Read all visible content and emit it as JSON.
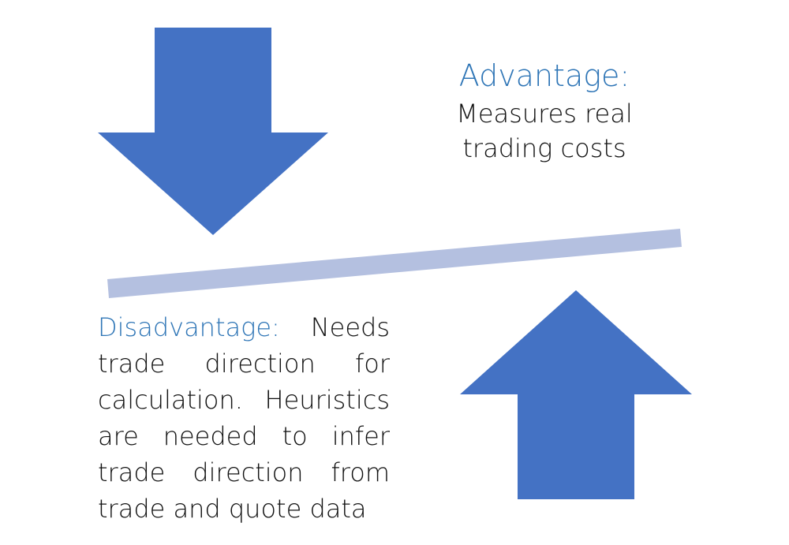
{
  "advantage": {
    "title": "Advantage:",
    "body_line1": "Measures real",
    "body_line2": "trading costs"
  },
  "disadvantage": {
    "title": "Disadvantage:",
    "body": "Needs trade direction for calculation. Heuristics are needed to infer trade direction from trade and quote data"
  },
  "colors": {
    "arrow": "#4472C4",
    "beam": "#B4C0E0",
    "accent_text": "#2E75B6",
    "body_text": "#111111"
  },
  "icons": {
    "down_arrow": "down-arrow-icon",
    "up_arrow": "up-arrow-icon"
  }
}
